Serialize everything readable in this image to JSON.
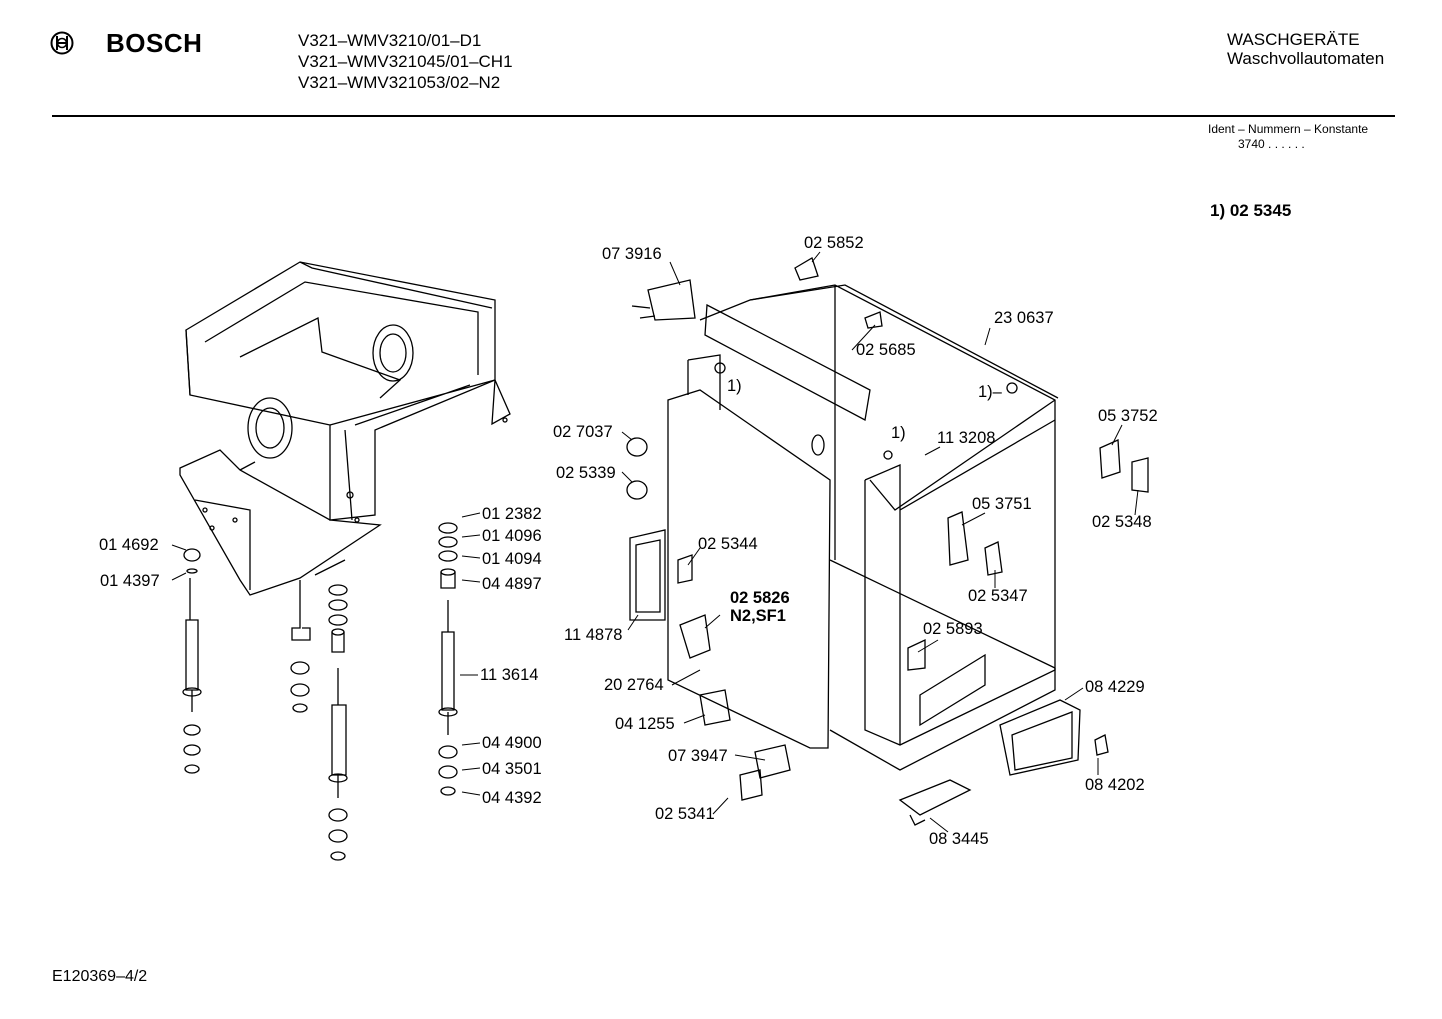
{
  "header": {
    "brand": "BOSCH",
    "models": [
      "V321–WMV3210/01–D1",
      "V321–WMV321045/01–CH1",
      "V321–WMV321053/02–N2"
    ],
    "category": "WASCHGERÄTE",
    "subcategory": "Waschvollautomaten",
    "ident_label": "Ident – Nummern – Konstante",
    "ident_value": "3740  .  .   .  .  .  ."
  },
  "note": "1)  02 5345",
  "footer": "E120369–4/2",
  "parts": [
    "07 3916",
    "02 5852",
    "23 0637",
    "02 5685",
    "1)",
    "1)–",
    "1)",
    "11 3208",
    "05 3752",
    "02 5348",
    "02 7037",
    "02 5339",
    "05 3751",
    "02 5347",
    "02 5344",
    "02 5826",
    "N2,SF1",
    "11 4878",
    "02 5893",
    "20 2764",
    "08 4229",
    "04 1255",
    "07 3947",
    "08 4202",
    "02 5341",
    "08 3445",
    "01 4692",
    "01 4397",
    "01 2382",
    "01 4096",
    "01 4094",
    "04 4897",
    "11 3614",
    "04 4900",
    "04 3501",
    "04 4392"
  ],
  "icons": {
    "logo": "bosch-armature-icon"
  }
}
